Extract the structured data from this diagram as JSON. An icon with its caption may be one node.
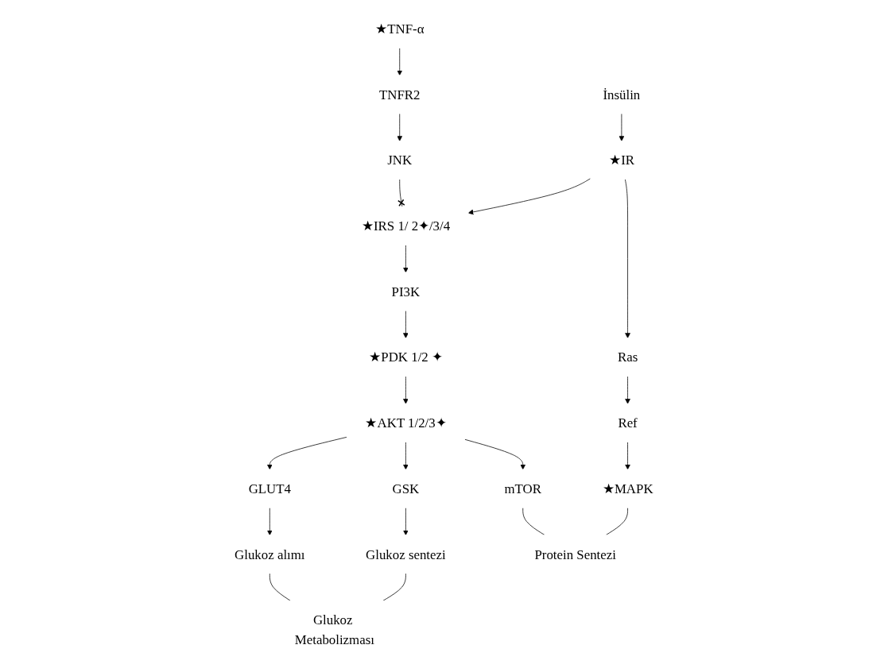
{
  "diagram": {
    "nodes": [
      {
        "text": [
          "★TNF-α"
        ]
      },
      {
        "text": [
          "İnsülin"
        ]
      },
      {
        "text": [
          "TNFR2"
        ]
      },
      {
        "text": [
          "★IR"
        ]
      },
      {
        "text": [
          "JNK"
        ]
      },
      {
        "text": [
          "★IRS 1/ 2✦/3/4"
        ]
      },
      {
        "text": [
          "Ras"
        ]
      },
      {
        "text": [
          "Ref"
        ]
      },
      {
        "text": [
          "★MAPK"
        ]
      },
      {
        "text": [
          "PI3K"
        ]
      },
      {
        "text": [
          "★PDK 1/2 ✦"
        ]
      },
      {
        "text": [
          "Glukoz sentezi"
        ]
      },
      {
        "text": [
          "GSK"
        ]
      },
      {
        "text": [
          "★AKT 1/2/3✦"
        ]
      },
      {
        "text": [
          "mTOR"
        ]
      },
      {
        "text": [
          "GLUT4"
        ]
      },
      {
        "text": [
          "Glukoz alımı"
        ]
      },
      {
        "text": [
          "Protein Sentezi"
        ]
      },
      {
        "text": [
          "Glukoz Metabolizması"
        ]
      }
    ],
    "edges": [
      {
        "from": 0,
        "to": 2,
        "arrow": "to"
      },
      {
        "from": 1,
        "to": 3,
        "arrow": "to"
      },
      {
        "from": 2,
        "to": 4,
        "arrow": "to"
      },
      {
        "from": 3,
        "to": 5,
        "arrow": "to"
      },
      {
        "from": 3,
        "to": 6,
        "arrow": "to"
      },
      {
        "from": 4,
        "to": 5,
        "arrow": "other"
      },
      {
        "from": 6,
        "to": 7,
        "arrow": "to"
      },
      {
        "from": 7,
        "to": 8,
        "arrow": "to"
      },
      {
        "from": 5,
        "to": 9,
        "arrow": "to"
      },
      {
        "from": 9,
        "to": 10,
        "arrow": "to"
      },
      {
        "from": 10,
        "to": 13,
        "arrow": "to"
      },
      {
        "from": 13,
        "to": 12,
        "arrow": "to"
      },
      {
        "from": 12,
        "to": 11,
        "arrow": "to"
      },
      {
        "from": 13,
        "to": 14,
        "arrow": "to"
      },
      {
        "from": 13,
        "to": 15,
        "arrow": "to"
      },
      {
        "from": 15,
        "to": 16,
        "arrow": "to"
      },
      {
        "from": 8,
        "to": 17,
        "arrow": "none"
      },
      {
        "from": 14,
        "to": 17,
        "arrow": "none"
      },
      {
        "from": 11,
        "to": 18,
        "arrow": "none"
      },
      {
        "from": 16,
        "to": 18,
        "arrow": "none"
      }
    ]
  }
}
